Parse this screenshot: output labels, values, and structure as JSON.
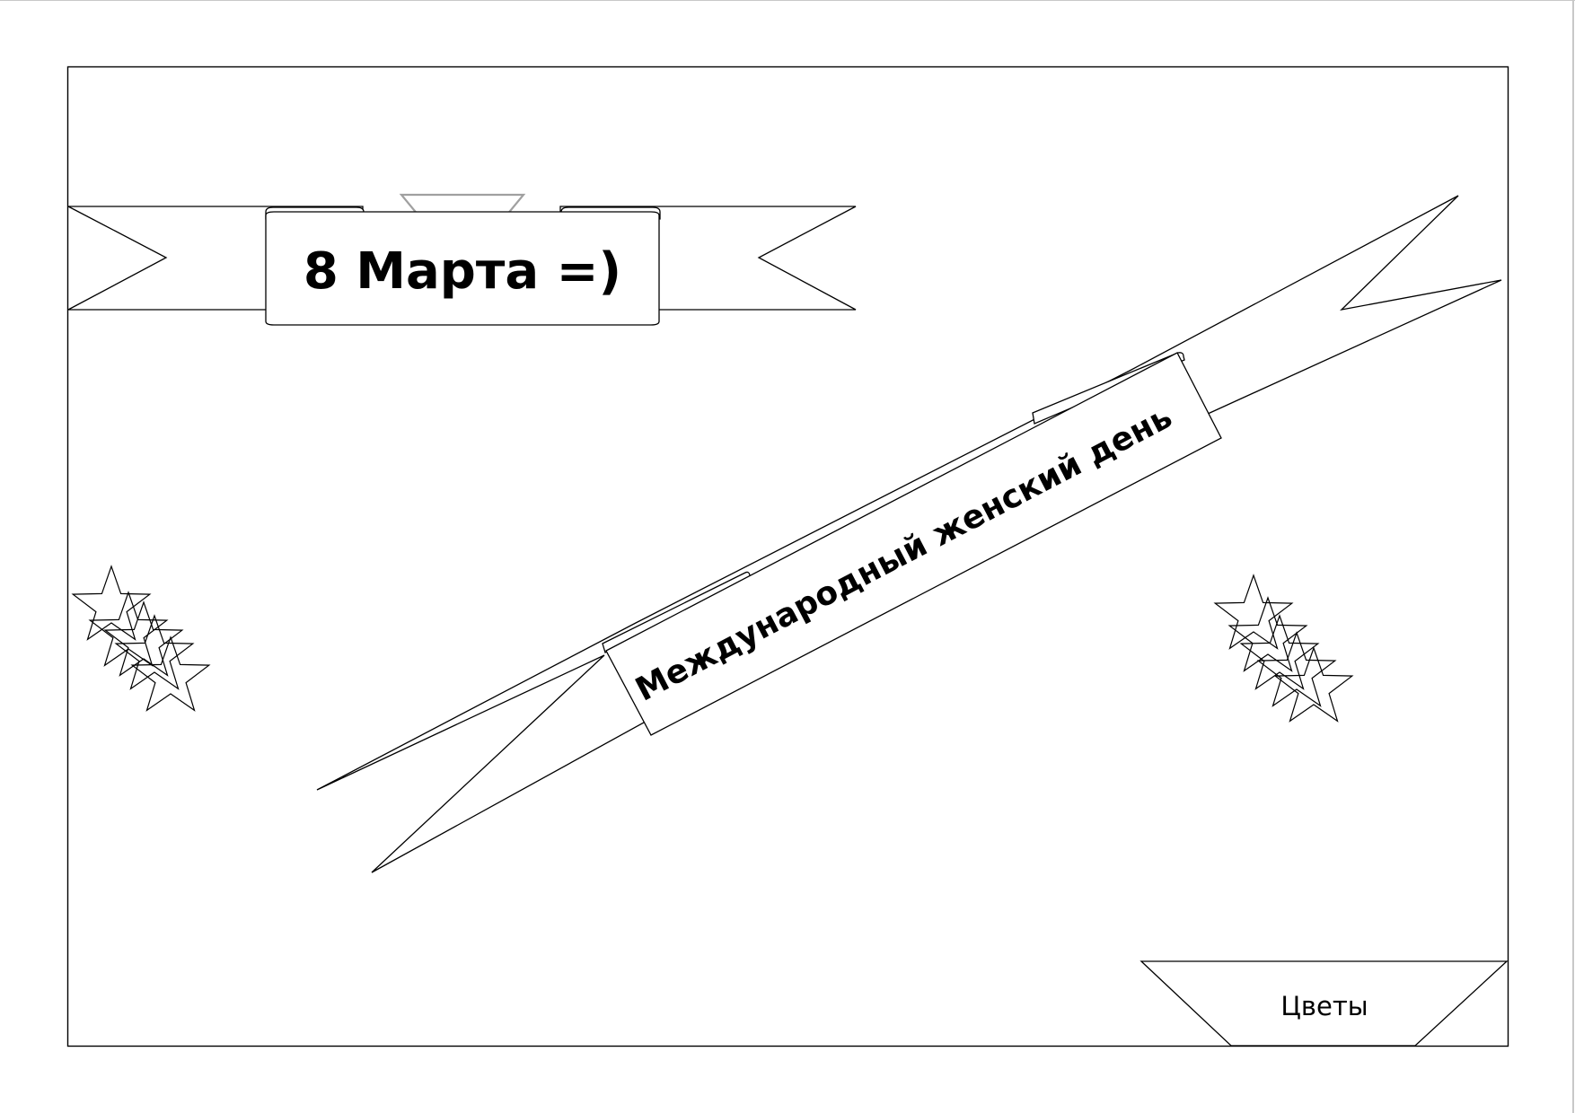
{
  "title_banner": {
    "text": "8 Марта =)"
  },
  "diagonal_banner": {
    "text": "Международный женский день"
  },
  "corner_tab": {
    "text": "Цветы"
  }
}
